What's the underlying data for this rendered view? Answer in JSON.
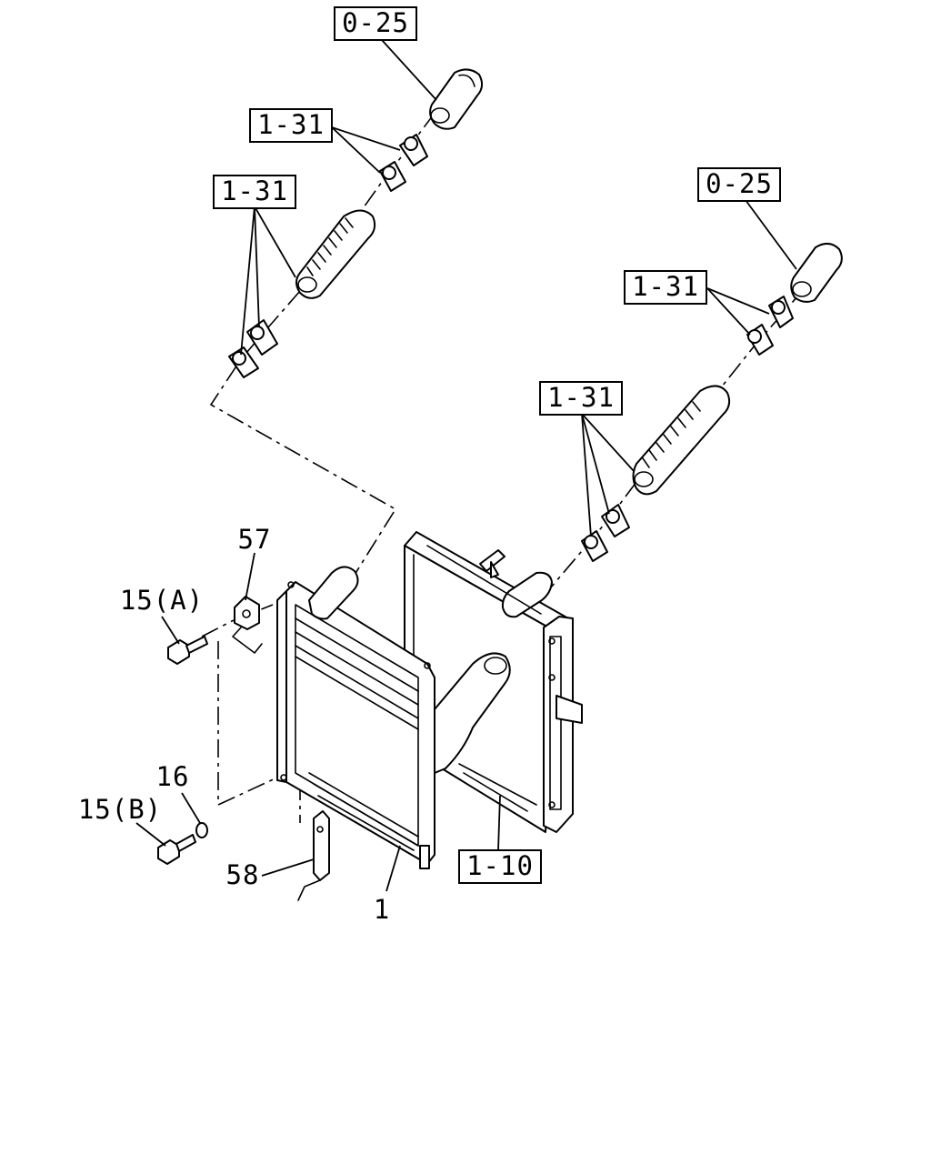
{
  "labels": {
    "ref_025_upper": "0-25",
    "ref_131_upper_a": "1-31",
    "ref_131_upper_b": "1-31",
    "ref_025_right": "0-25",
    "ref_131_right_a": "1-31",
    "ref_131_right_b": "1-31",
    "ref_110": "1-10",
    "part_57": "57",
    "part_15a": "15(A)",
    "part_16": "16",
    "part_15b": "15(B)",
    "part_58": "58",
    "part_1": "1"
  }
}
